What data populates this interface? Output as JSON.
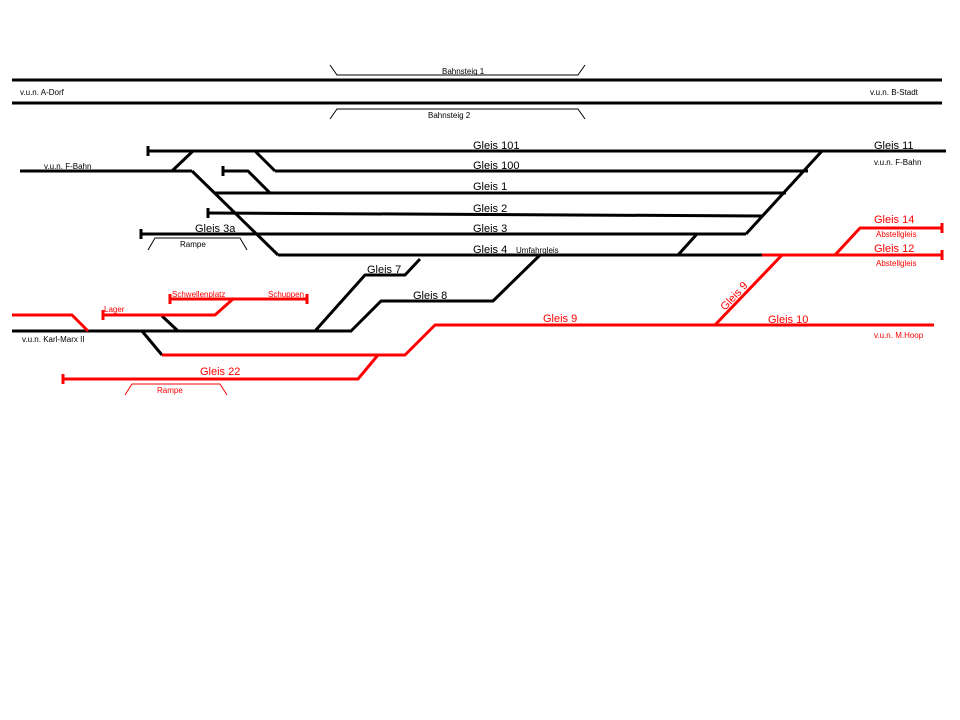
{
  "colors": {
    "black_track": "#000000",
    "red_track": "#ff0000"
  },
  "platforms": {
    "p1": "Bahnsteig 1",
    "p2": "Bahnsteig 2",
    "ramp_upper": "Rampe",
    "ramp_lower": "Rampe"
  },
  "directions": {
    "a_dorf": "v.u.n. A-Dorf",
    "b_stadt": "v.u.n. B-Stadt",
    "f_bahn_left": "v.u.n. F-Bahn",
    "f_bahn_right": "v.u.n. F-Bahn",
    "karl_marx": "v.u.n. Karl-Marx II",
    "m_hoop": "v.u.n. M.Hoop"
  },
  "tracks": {
    "gleis_101": "Gleis 101",
    "gleis_100": "Gleis 100",
    "gleis_1": "Gleis 1",
    "gleis_2": "Gleis 2",
    "gleis_3": "Gleis 3",
    "gleis_3a": "Gleis 3a",
    "gleis_4": "Gleis 4",
    "gleis_7": "Gleis 7",
    "gleis_8": "Gleis 8",
    "gleis_9": "Gleis 9",
    "gleis_9_diag": "Gleis 9",
    "gleis_10": "Gleis 10",
    "gleis_11": "Gleis 11",
    "gleis_12": "Gleis 12",
    "gleis_14": "Gleis 14",
    "gleis_22": "Gleis 22"
  },
  "annotations": {
    "umfahrgleis": "Umfahrgleis",
    "abstellgleis_14": "Abstellgleis",
    "abstellgleis_12": "Abstellgleis",
    "schwellenplatz": "Schwellenplatz",
    "schuppen": "Schuppen",
    "lager": "Lager"
  }
}
